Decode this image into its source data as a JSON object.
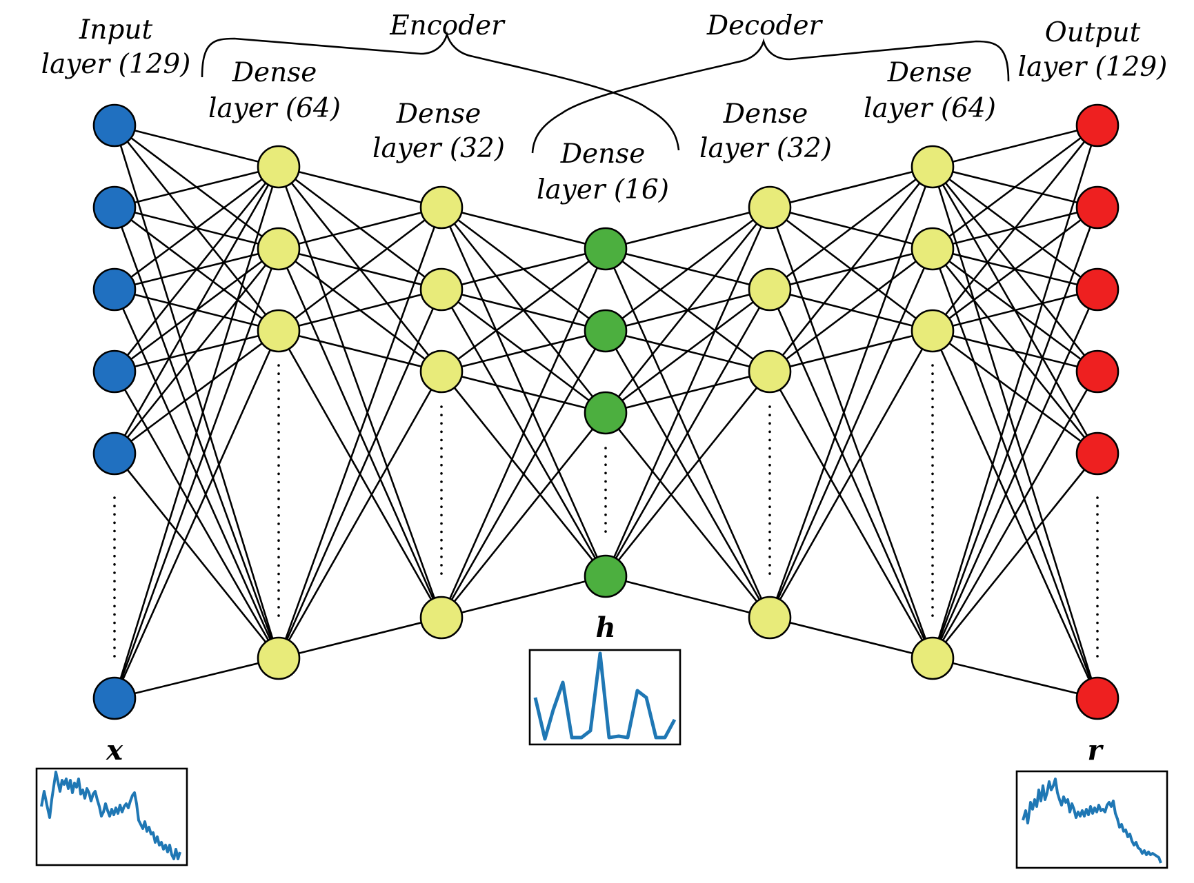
{
  "title": "",
  "section_labels": {
    "encoder": "Encoder",
    "decoder": "Decoder"
  },
  "layers": [
    {
      "id": "input",
      "line1": "Input",
      "line2": "layer (129)",
      "color": "#2070c0",
      "visible_nodes": 6
    },
    {
      "id": "enc64",
      "line1": "Dense",
      "line2": "layer (64)",
      "color": "#e8eb7a",
      "visible_nodes": 4
    },
    {
      "id": "enc32",
      "line1": "Dense",
      "line2": "layer (32)",
      "color": "#e8eb7a",
      "visible_nodes": 4
    },
    {
      "id": "code16",
      "line1": "Dense",
      "line2": "layer (16)",
      "color": "#4caf3f",
      "visible_nodes": 4
    },
    {
      "id": "dec32",
      "line1": "Dense",
      "line2": "layer (32)",
      "color": "#e8eb7a",
      "visible_nodes": 4
    },
    {
      "id": "dec64",
      "line1": "Dense",
      "line2": "layer (64)",
      "color": "#e8eb7a",
      "visible_nodes": 4
    },
    {
      "id": "output",
      "line1": "Output",
      "line2": "layer (129)",
      "color": "#ee2020",
      "visible_nodes": 6
    }
  ],
  "signals": {
    "x": {
      "label": "x",
      "color": "#1f77b4"
    },
    "h": {
      "label": "h",
      "color": "#1f77b4"
    },
    "r": {
      "label": "r",
      "color": "#1f77b4"
    }
  }
}
